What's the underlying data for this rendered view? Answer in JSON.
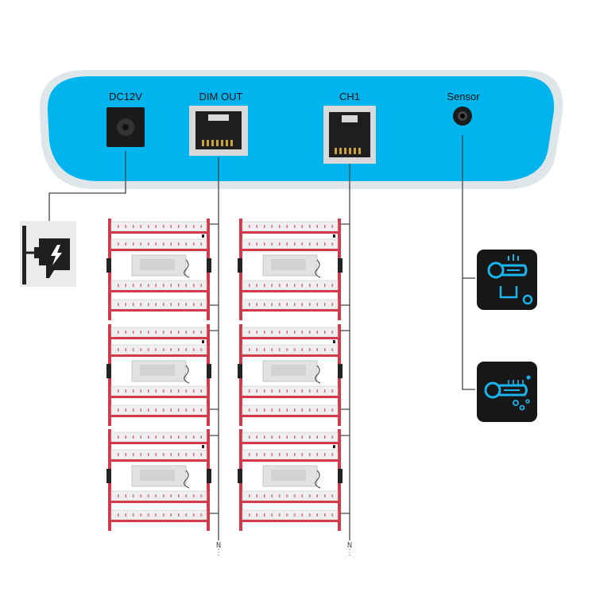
{
  "controller": {
    "body_color": "#00b4ee",
    "ports": [
      {
        "id": "dc12v",
        "label": "DC12V"
      },
      {
        "id": "dim-out",
        "label": "DIM OUT"
      },
      {
        "id": "ch1",
        "label": "CH1"
      },
      {
        "id": "sensor",
        "label": "Sensor"
      }
    ]
  },
  "adapter": {
    "icon": "power-adapter-icon"
  },
  "sensors": [
    {
      "icon": "temperature-sensor-icon",
      "accent": "#1ab5ee"
    },
    {
      "icon": "temperature-humidity-sensor-icon",
      "accent": "#1ab5ee"
    }
  ],
  "light_fixtures": {
    "columns": 2,
    "rows": 3,
    "frame_color": "#d3394a",
    "chain_marker": "N"
  }
}
